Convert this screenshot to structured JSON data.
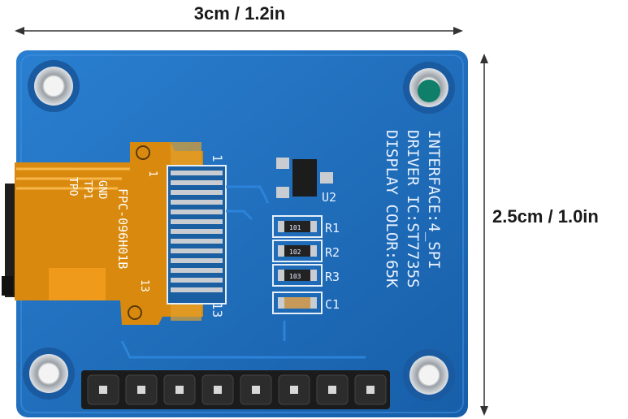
{
  "dimensions": {
    "width_label": "3cm / 1.2in",
    "height_label": "2.5cm / 1.0in"
  },
  "silkscreen": {
    "interface": "INTERFACE:4_SPI",
    "driver": "DRIVER IC:ST7735S",
    "display": "DISPLAY COLOR:65K",
    "u2": "U2",
    "r1": "R1",
    "r2": "R2",
    "r3": "R3",
    "c1": "C1",
    "pin_first": "1",
    "pin_last": "13"
  },
  "flex": {
    "model": "FPC-096H01B",
    "pin_a": "1",
    "pin_b": "13",
    "lead1": "TPO",
    "lead2": "TP1",
    "lead3": "GND"
  },
  "components": {
    "r1_code": "101",
    "r2_code": "102",
    "r3_code": "103"
  },
  "colors": {
    "pcb": "#1f6fbf",
    "flex": "#e08a12",
    "header": "#1b1b1b",
    "pad": "#c9ccd0"
  }
}
